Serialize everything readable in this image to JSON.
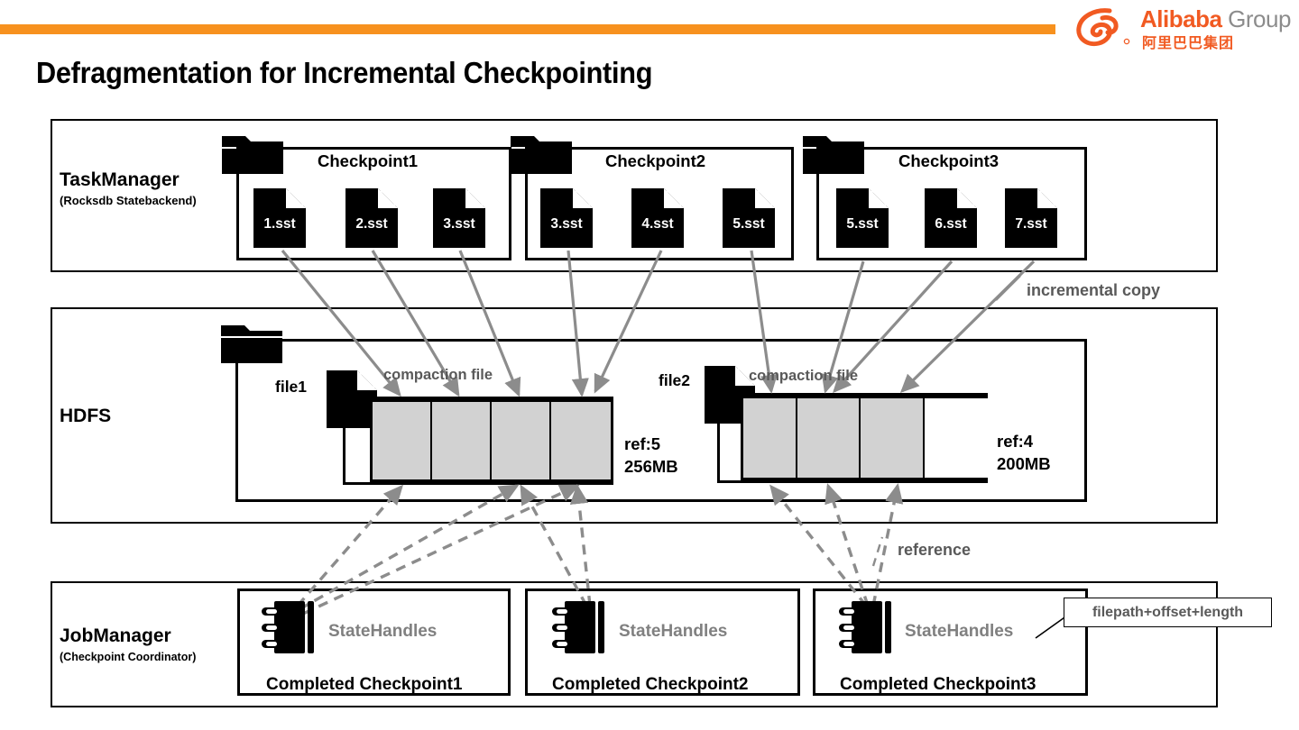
{
  "header": {
    "accent_color": "#F7911E",
    "logo": {
      "brand": "Alibaba",
      "suffix": "Group",
      "chinese": "阿里巴巴集团",
      "icon": "alibaba-logo-icon"
    }
  },
  "title": "Defragmentation for Incremental Checkpointing",
  "taskmanager": {
    "label": "TaskManager",
    "sublabel": "(Rocksdb Statebackend)",
    "checkpoints": [
      {
        "title": "Checkpoint1",
        "files": [
          "1.sst",
          "2.sst",
          "3.sst"
        ]
      },
      {
        "title": "Checkpoint2",
        "files": [
          "3.sst",
          "4.sst",
          "5.sst"
        ]
      },
      {
        "title": "Checkpoint3",
        "files": [
          "5.sst",
          "6.sst",
          "7.sst"
        ]
      }
    ]
  },
  "edges": {
    "incremental_copy": "incremental copy",
    "reference": "reference"
  },
  "hdfs": {
    "label": "HDFS",
    "files": [
      {
        "name": "file1",
        "compaction_label": "compaction file",
        "ref": "ref:5",
        "size": "256MB",
        "segments": [
          "filled",
          "filled",
          "filled",
          "filled"
        ]
      },
      {
        "name": "file2",
        "compaction_label": "compaction file",
        "ref": "ref:4",
        "size": "200MB",
        "segments": [
          "filled",
          "filled",
          "filled",
          "empty"
        ]
      }
    ]
  },
  "jobmanager": {
    "label": "JobManager",
    "sublabel": "(Checkpoint Coordinator)",
    "checkpoints": [
      {
        "handles": "StateHandles",
        "caption": "Completed Checkpoint1"
      },
      {
        "handles": "StateHandles",
        "caption": "Completed Checkpoint2"
      },
      {
        "handles": "StateHandles",
        "caption": "Completed Checkpoint3"
      }
    ],
    "callout": "filepath+offset+length"
  },
  "colors": {
    "segment_fill": "#d2d2d2",
    "arrow_gray": "#8c8c8c",
    "muted_text": "#595959"
  }
}
